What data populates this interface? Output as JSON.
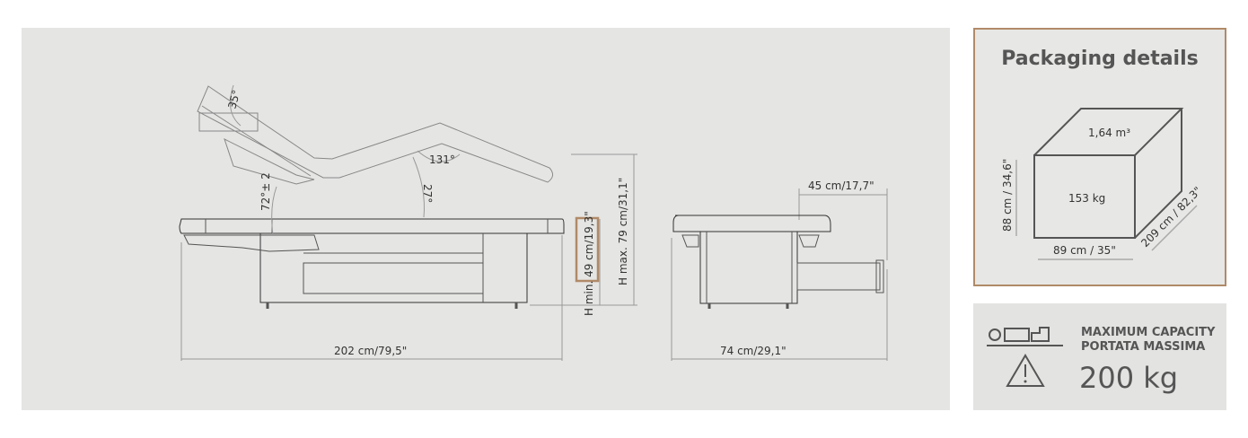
{
  "diagram": {
    "angles": {
      "backrest_max": "35°",
      "backrest_lift": "72°± 2",
      "knee_angle": "131°",
      "leg_angle": "27°"
    },
    "dimensions": {
      "length": "202 cm/79,5\"",
      "h_min": "H min. 49 cm/19,3\"",
      "h_max": "H max. 79 cm/31,1\"",
      "width": "74 cm/29,1\"",
      "extension": "45 cm/17,7\""
    }
  },
  "packaging": {
    "title": "Packaging details",
    "volume": "1,64 m³",
    "weight": "153 kg",
    "height": "88 cm / 34,6\"",
    "width": "89 cm / 35\"",
    "length": "209 cm / 82,3\""
  },
  "capacity": {
    "label_en": "MAXIMUM CAPACITY",
    "label_it": "PORTATA MASSIMA",
    "value": "200 kg"
  },
  "colors": {
    "accent": "#b08a68",
    "panel": "#e5e5e3",
    "line": "#555555"
  }
}
